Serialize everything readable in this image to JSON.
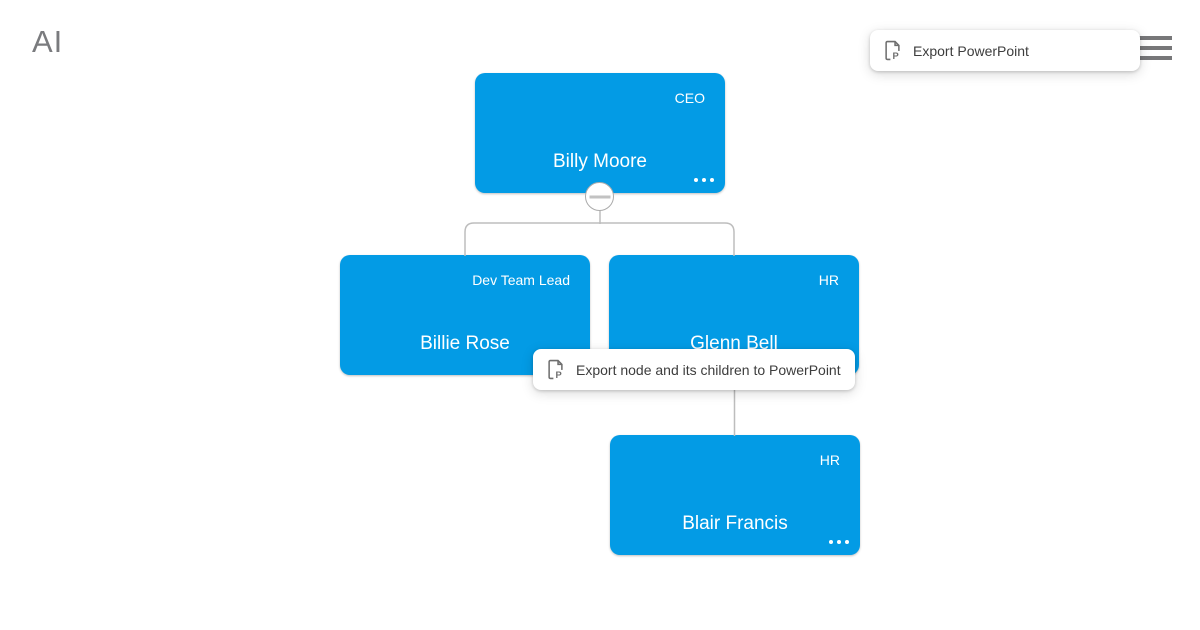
{
  "app": {
    "logo": "AI"
  },
  "colors": {
    "node_fill": "#039BE5",
    "node_text": "#FFFFFF",
    "connector": "#BDBDBD",
    "popup_text": "#3D3D3D",
    "logo_text": "#7A7B7E",
    "menu_icon": "#777779"
  },
  "export_menu": {
    "label": "Export PowerPoint",
    "icon": "powerpoint-file-icon"
  },
  "node_tooltip": {
    "label": "Export node and its children to PowerPoint",
    "icon": "powerpoint-file-icon"
  },
  "chart": {
    "type": "org-chart",
    "nodes": [
      {
        "name": "Billy Moore",
        "title": "CEO",
        "reports_to": null
      },
      {
        "name": "Billie Rose",
        "title": "Dev Team Lead",
        "reports_to": "Billy Moore"
      },
      {
        "name": "Glenn Bell",
        "title": "HR",
        "reports_to": "Billy Moore"
      },
      {
        "name": "Blair Francis",
        "title": "HR",
        "reports_to": "Glenn Bell"
      }
    ]
  }
}
